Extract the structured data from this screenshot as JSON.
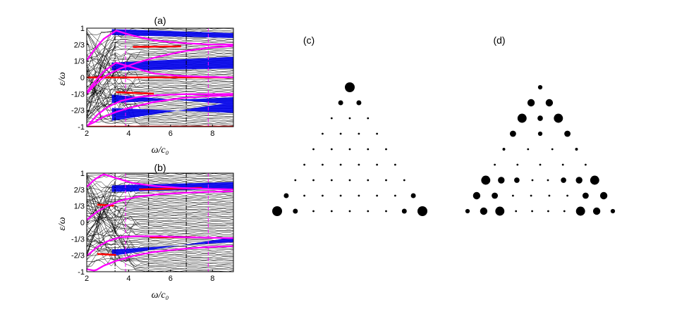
{
  "figure": {
    "panels": {
      "a": {
        "label": "(a)"
      },
      "b": {
        "label": "(b)"
      },
      "c": {
        "label": "(c)"
      },
      "d": {
        "label": "(d)"
      }
    },
    "ylabel": "ε/ω",
    "xlabel": "ω/c₀"
  },
  "chart_data": [
    {
      "type": "line",
      "panel": "(a)",
      "xlabel": "ω/c₀",
      "ylabel": "ε/ω",
      "xlim": [
        2,
        9
      ],
      "ylim": [
        -1,
        1
      ],
      "x_ticks": [
        "2",
        "4",
        "6",
        "8"
      ],
      "y_ticks": [
        "1",
        "2/3",
        "1/3",
        "0",
        "-1/3",
        "-2/3",
        "-1"
      ],
      "vlines": [
        {
          "x": 3.35,
          "color": "#000000",
          "style": "dash-dot"
        },
        {
          "x": 3.85,
          "color": "#ff00ff",
          "style": "dashed"
        },
        {
          "x": 4.95,
          "color": "#000000",
          "style": "dash-dot"
        },
        {
          "x": 6.75,
          "color": "#000000",
          "style": "dash-dot"
        },
        {
          "x": 7.8,
          "color": "#ff00ff",
          "style": "dashed"
        }
      ],
      "series": [
        {
          "color": "#ff0000",
          "x": [
            2,
            9
          ],
          "y": [
            0,
            0
          ]
        },
        {
          "color": "#ff0000",
          "x": [
            4.2,
            6.5
          ],
          "y": [
            0.62,
            0.63
          ]
        },
        {
          "color": "#ff0000",
          "x": [
            3.4,
            5.2
          ],
          "y": [
            -0.3,
            -0.33
          ]
        },
        {
          "color": "#ff0000",
          "x": [
            2,
            9
          ],
          "y": [
            -1,
            -1
          ]
        },
        {
          "color": "#ff00ff",
          "x": [
            2,
            2.4,
            2.8,
            3.4,
            4.2,
            5.2,
            6.5,
            7.8,
            9
          ],
          "y": [
            0.35,
            0.58,
            0.78,
            0.95,
            0.85,
            0.75,
            0.7,
            0.67,
            0.667
          ]
        },
        {
          "color": "#ff00ff",
          "x": [
            2,
            2.5,
            3,
            3.6,
            4.4,
            5.4,
            6.6,
            7.8,
            9
          ],
          "y": [
            -0.33,
            -0.1,
            0.06,
            0.18,
            0.3,
            0.42,
            0.53,
            0.6,
            0.64
          ]
        },
        {
          "color": "#ff00ff",
          "x": [
            2,
            2.4,
            2.8,
            3.4,
            4.2,
            5.2,
            6.5,
            7.8,
            9
          ],
          "y": [
            -0.3,
            -0.08,
            0.12,
            0.3,
            0.2,
            0.08,
            0.03,
            0.01,
            0.0
          ]
        },
        {
          "color": "#ff00ff",
          "x": [
            2,
            2.5,
            3,
            3.6,
            4.4,
            5.4,
            6.6,
            7.8,
            9
          ],
          "y": [
            -1,
            -0.76,
            -0.6,
            -0.48,
            -0.4,
            -0.36,
            -0.34,
            -0.34,
            -0.333
          ]
        },
        {
          "color": "#ff00ff",
          "x": [
            2,
            2.4,
            2.8,
            3.4,
            4.2,
            5.2,
            6.5,
            7.8,
            9
          ],
          "y": [
            -0.98,
            -0.9,
            -0.8,
            -0.7,
            -0.6,
            -0.5,
            -0.42,
            -0.38,
            -0.36
          ]
        }
      ]
    },
    {
      "type": "line",
      "panel": "(b)",
      "xlabel": "ω/c₀",
      "ylabel": "ε/ω",
      "xlim": [
        2,
        9
      ],
      "ylim": [
        -1,
        1
      ],
      "x_ticks": [
        "2",
        "4",
        "6",
        "8"
      ],
      "y_ticks": [
        "1",
        "2/3",
        "1/3",
        "0",
        "-1/3",
        "-2/3",
        "-1"
      ],
      "vlines": [
        {
          "x": 3.35,
          "color": "#000000",
          "style": "dash-dot"
        },
        {
          "x": 3.85,
          "color": "#ff00ff",
          "style": "dashed"
        },
        {
          "x": 4.95,
          "color": "#000000",
          "style": "dash-dot"
        },
        {
          "x": 6.75,
          "color": "#000000",
          "style": "dash-dot"
        },
        {
          "x": 7.8,
          "color": "#ff00ff",
          "style": "dashed"
        }
      ],
      "series": [
        {
          "color": "#ff0000",
          "x": [
            2.5,
            3.3
          ],
          "y": [
            0.36,
            0.34
          ]
        },
        {
          "color": "#ff0000",
          "x": [
            4.5,
            7.5
          ],
          "y": [
            0.67,
            0.7
          ]
        },
        {
          "color": "#ff0000",
          "x": [
            2.5,
            3.4
          ],
          "y": [
            -0.64,
            -0.66
          ]
        },
        {
          "color": "#ff0000",
          "x": [
            5,
            7.2
          ],
          "y": [
            -0.3,
            -0.3
          ]
        },
        {
          "color": "#ff00ff",
          "x": [
            2,
            2.4,
            2.8,
            3.4,
            4.2,
            5.2,
            6.5,
            7.8,
            9
          ],
          "y": [
            0.72,
            0.88,
            0.98,
            0.9,
            0.8,
            0.74,
            0.7,
            0.68,
            0.67
          ]
        },
        {
          "color": "#ff00ff",
          "x": [
            2,
            2.5,
            3,
            3.6,
            4.4,
            5.4,
            6.6,
            7.8,
            9
          ],
          "y": [
            0.05,
            0.22,
            0.34,
            0.44,
            0.52,
            0.57,
            0.6,
            0.62,
            0.63
          ]
        },
        {
          "color": "#ff00ff",
          "x": [
            2,
            2.5,
            3,
            3.6,
            4.4,
            5.4,
            6.6,
            7.8,
            9
          ],
          "y": [
            -0.68,
            -0.5,
            -0.38,
            -0.3,
            -0.28,
            -0.28,
            -0.3,
            -0.31,
            -0.32
          ]
        },
        {
          "color": "#ff00ff",
          "x": [
            2,
            2.4,
            2.8,
            3.4,
            4.2,
            5.2,
            6.5,
            7.8,
            9
          ],
          "y": [
            -0.95,
            -0.98,
            -0.88,
            -0.78,
            -0.68,
            -0.6,
            -0.54,
            -0.5,
            -0.48
          ]
        }
      ]
    },
    {
      "type": "scatter",
      "panel": "(c)",
      "lattice_rows": 9,
      "weights": [
        [
          1.0
        ],
        [
          0.25,
          0.25
        ],
        [
          0.04,
          0.04,
          0.04
        ],
        [
          0.04,
          0.04,
          0.04,
          0.04
        ],
        [
          0.04,
          0.04,
          0.04,
          0.04,
          0.04
        ],
        [
          0.04,
          0.04,
          0.04,
          0.04,
          0.04,
          0.04
        ],
        [
          0.04,
          0.04,
          0.04,
          0.04,
          0.04,
          0.04,
          0.04
        ],
        [
          0.25,
          0.04,
          0.04,
          0.04,
          0.04,
          0.04,
          0.04,
          0.25
        ],
        [
          1.0,
          0.25,
          0.04,
          0.04,
          0.04,
          0.04,
          0.04,
          0.25,
          1.0
        ]
      ]
    },
    {
      "type": "scatter",
      "panel": "(d)",
      "lattice_rows": 9,
      "weights": [
        [
          0.2
        ],
        [
          0.55,
          0.55
        ],
        [
          0.85,
          0.3,
          0.85
        ],
        [
          0.4,
          0.2,
          0.4
        ],
        [
          0.08,
          0.04,
          0.04,
          0.08
        ],
        [
          0.04,
          0.04,
          0.04,
          0.04,
          0.04
        ],
        [
          0.85,
          0.45,
          0.3,
          0.04,
          0.04,
          0.3,
          0.45,
          0.85
        ],
        [
          0.55,
          0.4,
          0.04,
          0.04,
          0.04,
          0.04,
          0.4,
          0.55
        ],
        [
          0.2,
          0.55,
          0.85,
          0.04,
          0.04,
          0.04,
          0.04,
          0.85,
          0.55,
          0.2
        ]
      ]
    }
  ]
}
